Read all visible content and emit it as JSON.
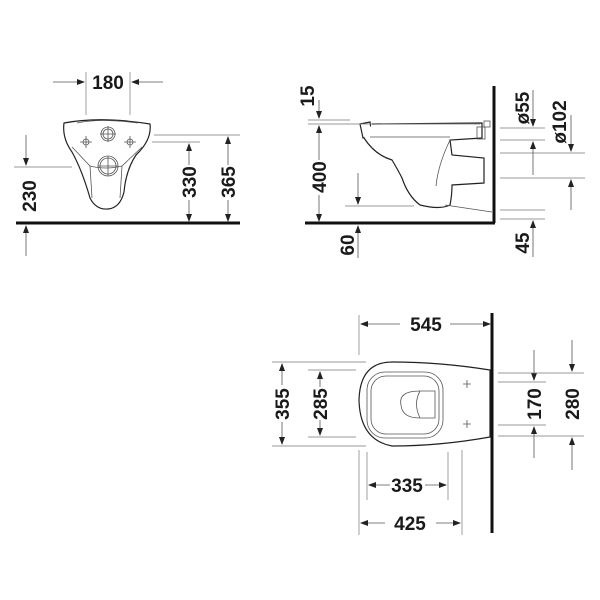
{
  "drawing": {
    "title": "Wall-mounted toilet dimension drawing",
    "units": "mm",
    "front_view": {
      "dimensions": {
        "width_between_bolts": "180",
        "bolt_height": "330",
        "top_height": "365",
        "outlet_height": "230"
      }
    },
    "side_view": {
      "dimensions": {
        "seat_gap": "15",
        "rim_height": "400",
        "floor_gap": "60",
        "inlet_diameter": "ø55",
        "outlet_diameter": "ø102",
        "outlet_bottom": "45"
      }
    },
    "top_view": {
      "dimensions": {
        "projection": "545",
        "overall_width": "355",
        "inner_width": "285",
        "seat_depth": "335",
        "bowl_depth": "425",
        "bolt_spacing": "170",
        "mount_spacing": "280"
      }
    }
  }
}
